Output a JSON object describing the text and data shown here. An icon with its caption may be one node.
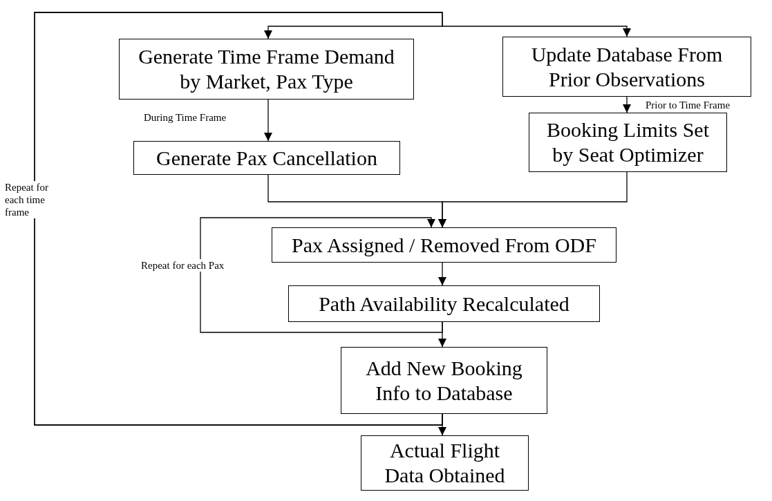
{
  "diagram": {
    "nodes": [
      {
        "text": [
          "Generate Time Frame Demand by Market, Pax Type"
        ]
      },
      {
        "text": [
          "Update Database From Prior Observations"
        ]
      },
      {
        "text": [
          "Generate Pax Cancellation"
        ]
      },
      {
        "text": [
          "Booking Limits Set by Seat Optimizer"
        ]
      },
      {
        "text": [
          "Pax Assigned / Removed From ODF"
        ]
      },
      {
        "text": [
          "Path Availability Recalculated"
        ]
      },
      {
        "text": [
          "Add New Booking Info to Database"
        ]
      },
      {
        "text": [
          "Actual Flight Data Obtained"
        ]
      }
    ],
    "edges": [
      {
        "from": 0,
        "to": 2,
        "arrow": "to",
        "label": "During Time Frame"
      },
      {
        "from": 1,
        "to": 3,
        "arrow": "to",
        "label": "Prior to Time Frame"
      },
      {
        "from": 2,
        "to": 4,
        "arrow": "to"
      },
      {
        "from": 3,
        "to": 4,
        "arrow": "to"
      },
      {
        "from": 4,
        "to": 5,
        "arrow": "to"
      },
      {
        "from": 5,
        "to": 4,
        "arrow": "to",
        "label": "Repeat for each Pax"
      },
      {
        "from": 5,
        "to": 6,
        "arrow": "to"
      },
      {
        "from": 6,
        "to": 7,
        "arrow": "to"
      },
      {
        "from": 6,
        "to": 0,
        "arrow": "to",
        "label": "Repeat for each time frame"
      },
      {
        "from": 6,
        "to": 1,
        "arrow": "to"
      }
    ]
  }
}
